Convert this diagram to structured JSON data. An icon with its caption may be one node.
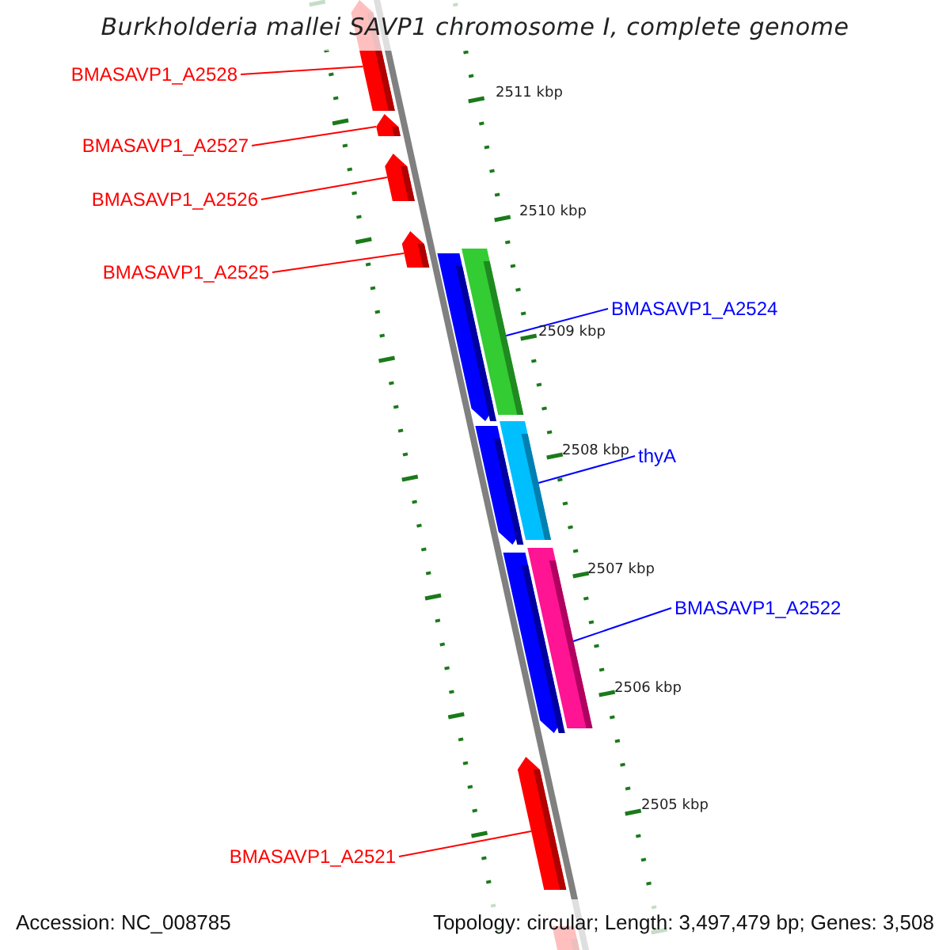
{
  "diagram": {
    "title": "Burkholderia mallei SAVP1 chromosome I, complete genome",
    "nodes": [
      {
        "text": [
          "BMASAVP1_A2528"
        ]
      },
      {
        "text": [],
        "shape": "bar"
      },
      {
        "text": [
          "BMASAVP1_A2527"
        ]
      },
      {
        "text": [],
        "shape": "bar"
      },
      {
        "text": [
          "BMASAVP1_A2526"
        ]
      },
      {
        "text": [],
        "shape": "bar"
      },
      {
        "text": [
          "BMASAVP1_A2525"
        ]
      },
      {
        "text": [],
        "shape": "bar"
      },
      {
        "text": [],
        "shape": "bar"
      },
      {
        "text": [],
        "shape": "bar"
      },
      {
        "text": [
          "BMASAVP1_A2524"
        ]
      },
      {
        "text": [],
        "shape": "bar"
      },
      {
        "text": [],
        "shape": "bar"
      },
      {
        "text": [
          "thyA"
        ]
      },
      {
        "text": [],
        "shape": "bar"
      },
      {
        "text": [],
        "shape": "bar"
      },
      {
        "text": [
          "BMASAVP1_A2522"
        ]
      },
      {
        "text": [],
        "shape": "bar"
      },
      {
        "text": [
          "BMASAVP1_A2521"
        ]
      },
      {
        "text": [],
        "shape": "bar"
      }
    ],
    "edges": [
      {
        "from": 0,
        "to": 1,
        "arrow": "none"
      },
      {
        "from": 2,
        "to": 3,
        "arrow": "none"
      },
      {
        "from": 4,
        "to": 5,
        "arrow": "none"
      },
      {
        "from": 6,
        "to": 7,
        "arrow": "none"
      },
      {
        "from": 10,
        "to": 9,
        "arrow": "none",
        "color": "#0000ff"
      },
      {
        "from": 13,
        "to": 12,
        "arrow": "none",
        "color": "#0000ff"
      },
      {
        "from": 16,
        "to": 15,
        "arrow": "none",
        "color": "#0000ff"
      },
      {
        "from": 18,
        "to": 17,
        "arrow": "none"
      }
    ],
    "labels": [
      "2511 kbp",
      "2510 kbp",
      "2509 kbp",
      "2508 kbp",
      "2507 kbp",
      "2506 kbp",
      "2505 kbp",
      "Accession: NC_008785",
      "Topology: circular; Length: 3,497,479 bp; Genes: 3,508"
    ]
  }
}
